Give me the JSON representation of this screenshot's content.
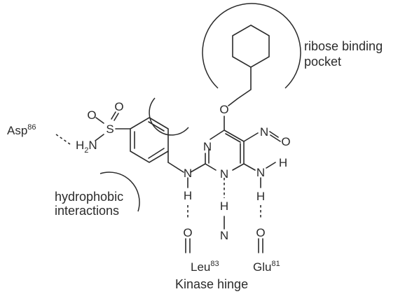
{
  "labels": {
    "ribose": [
      "ribose binding",
      "pocket"
    ],
    "hydrophobic": [
      "hydrophobic",
      "interactions"
    ],
    "hinge": "Kinase hinge"
  },
  "atoms": {
    "o_ether": "O",
    "n_ring_upper": "N",
    "n_ring_lower": "N",
    "n_nh_left": "N",
    "h_nh_left": "H",
    "n_nh2": "N",
    "h_nh2_right": "H",
    "h_nh2_down": "H",
    "n_nitroso": "N",
    "o_nitroso": "O",
    "s_sulfonyl": "S",
    "o_sulfonyl_top": "O",
    "o_sulfonyl_left": "O",
    "h2n_h": "H",
    "h2n_sub": "2",
    "h2n_n": "N",
    "h_hinge_mid": "H",
    "n_hinge_mid": "N",
    "o_hinge_left": "O",
    "o_hinge_right": "O"
  },
  "residues": {
    "asp": {
      "name": "Asp",
      "num": "86"
    },
    "leu": {
      "name": "Leu",
      "num": "83"
    },
    "glu": {
      "name": "Glu",
      "num": "81"
    }
  }
}
